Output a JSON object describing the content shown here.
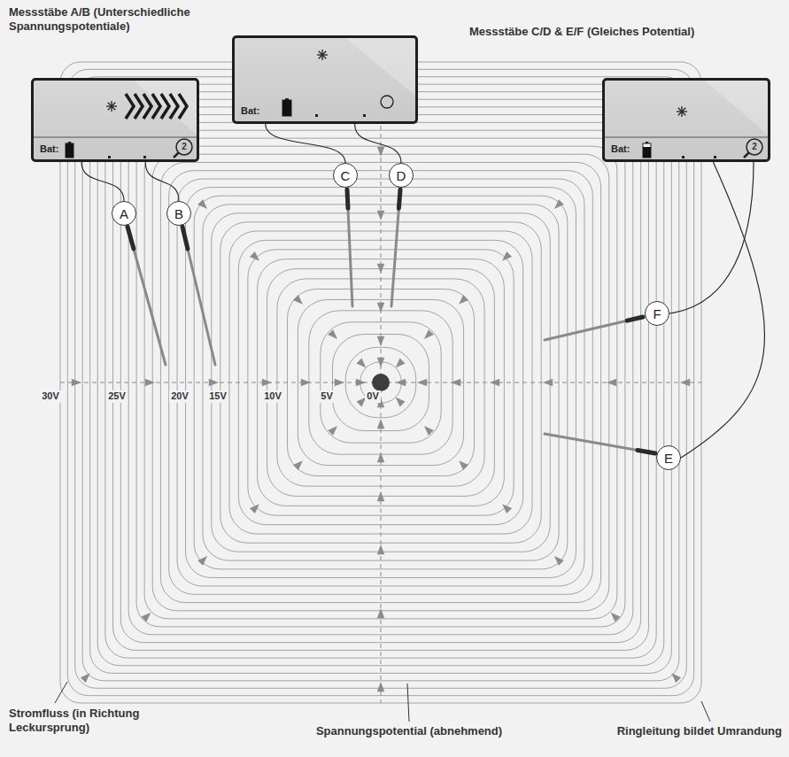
{
  "diagram": {
    "nodes": [
      {
        "text": [
          "Bat:"
        ]
      },
      {
        "text": [
          "A"
        ]
      },
      {
        "text": [
          "B"
        ]
      },
      {
        "text": [
          "Bat:"
        ]
      },
      {
        "text": [
          "C"
        ]
      },
      {
        "text": [
          "D"
        ]
      },
      {
        "text": [
          "Bat:"
        ]
      },
      {
        "text": [
          "F"
        ]
      },
      {
        "text": [
          "E"
        ]
      }
    ],
    "edges": [
      {
        "from": 0,
        "to": 1,
        "arrow": "none"
      },
      {
        "from": 0,
        "to": 2,
        "arrow": "none"
      },
      {
        "from": 3,
        "to": 4,
        "arrow": "none"
      },
      {
        "from": 3,
        "to": 5,
        "arrow": "none"
      },
      {
        "from": 6,
        "to": 7,
        "arrow": "none"
      },
      {
        "from": 6,
        "to": 8,
        "arrow": "none"
      }
    ],
    "labels": [
      "Messstäbe A/B (Unterschiedliche Spannungspotentiale)",
      "Messstäbe C/D & E/F (Gleiches Potential)",
      "30V",
      "25V",
      "20V",
      "15V",
      "10V",
      "5V",
      "0V",
      "2",
      "2",
      "Stromfluss (in Richtung Leckursprung)",
      "Spannungspotential (abnehmend)",
      "Ringleitung bildet Umrandung"
    ]
  }
}
